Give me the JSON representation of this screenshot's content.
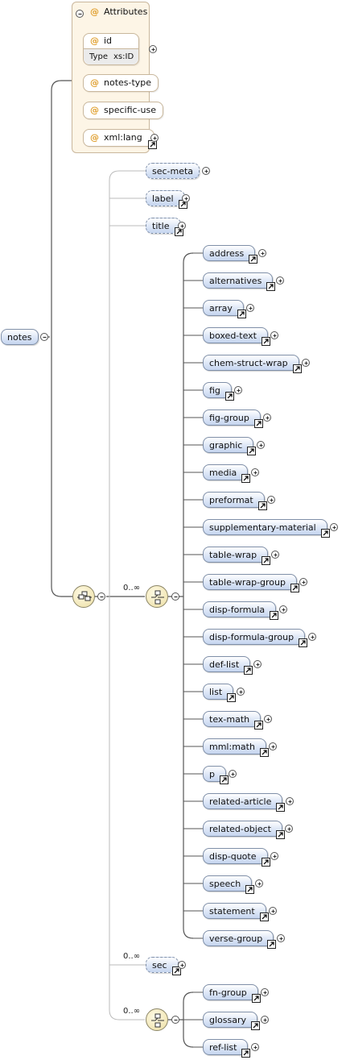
{
  "attributes": {
    "title": "Attributes",
    "id": {
      "name": "id",
      "type_label": "Type",
      "type_value": "xs:ID"
    },
    "notes_type": "notes-type",
    "specific_use": "specific-use",
    "xml_lang": "xml:lang"
  },
  "root": "notes",
  "group1": {
    "sec_meta": "sec-meta",
    "label": "label",
    "title": "title"
  },
  "cardinality": {
    "choice": "0..∞",
    "sec": "0..∞",
    "back": "0..∞"
  },
  "choice_items": [
    "address",
    "alternatives",
    "array",
    "boxed-text",
    "chem-struct-wrap",
    "fig",
    "fig-group",
    "graphic",
    "media",
    "preformat",
    "supplementary-material",
    "table-wrap",
    "table-wrap-group",
    "disp-formula",
    "disp-formula-group",
    "def-list",
    "list",
    "tex-math",
    "mml:math",
    "p",
    "related-article",
    "related-object",
    "disp-quote",
    "speech",
    "statement",
    "verse-group"
  ],
  "sec": "sec",
  "back_items": [
    "fn-group",
    "glossary",
    "ref-list"
  ],
  "colors": {
    "node_border": "#7f8fa8",
    "node_fill": "#c5d5ef",
    "attr_fill": "#fdf5e6",
    "wire": "#555555",
    "wire_light": "#bbbbbb"
  }
}
